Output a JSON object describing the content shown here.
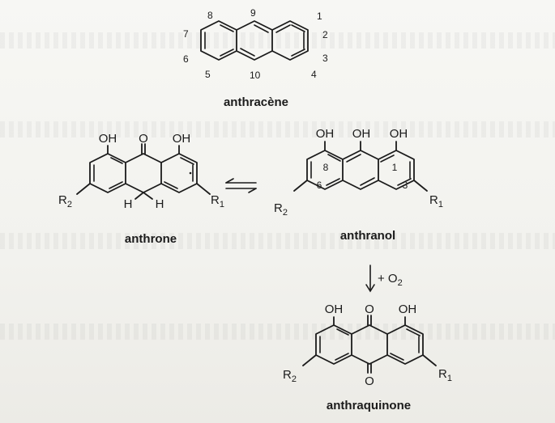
{
  "anthracene": {
    "name": "anthracène",
    "positions": [
      "1",
      "2",
      "3",
      "4",
      "5",
      "6",
      "7",
      "8",
      "9",
      "10"
    ]
  },
  "anthrone": {
    "name": "anthrone",
    "labels": {
      "oh_left": "OH",
      "oxo": "O",
      "oh_right": "OH",
      "r_left": "R",
      "r_left_sub": "2",
      "r_right": "R",
      "r_right_sub": "1",
      "h_left": "H",
      "h_right": "H"
    }
  },
  "anthranol": {
    "name": "anthranol",
    "labels": {
      "oh_left": "OH",
      "oh_middle": "OH",
      "oh_right": "OH",
      "r_left": "R",
      "r_left_sub": "2",
      "r_right": "R",
      "r_right_sub": "1"
    },
    "positions": [
      "8",
      "1",
      "6",
      "3"
    ]
  },
  "oxidation": {
    "reagent": "+ O",
    "reagent_sub": "2"
  },
  "anthraquinone": {
    "name": "anthraquinone",
    "labels": {
      "oh_left": "OH",
      "oxo_top": "O",
      "oh_right": "OH",
      "r_left": "R",
      "r_left_sub": "2",
      "r_right": "R",
      "r_right_sub": "1",
      "oxo_bottom": "O"
    }
  }
}
